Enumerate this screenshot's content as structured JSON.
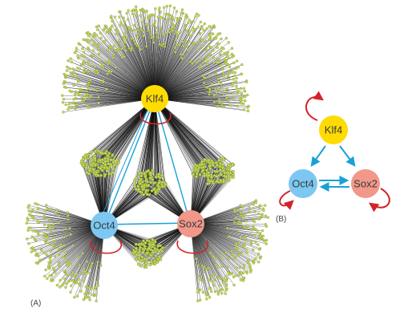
{
  "panel_a": {
    "label": "(A)",
    "nodes": {
      "klf4": {
        "label": "Klf4",
        "color": "#ffdc00"
      },
      "oct4": {
        "label": "Oct4",
        "color": "#7cc8f2"
      },
      "sox2": {
        "label": "Sox2",
        "color": "#f1988a"
      }
    }
  },
  "panel_b": {
    "label": "(B)",
    "nodes": {
      "klf4": {
        "label": "Klf4",
        "color": "#ffdc00"
      },
      "oct4": {
        "label": "Oct4",
        "color": "#7cc8f2"
      },
      "sox2": {
        "label": "Sox2",
        "color": "#f1988a"
      }
    }
  },
  "colors": {
    "target_dot": "#c7d95a",
    "target_dot_stroke": "#5f7a20",
    "edge": "#111111",
    "tf_edge": "#1aa0d8",
    "self_loop": "#d2232a",
    "arrow": "#1aa0d8"
  }
}
